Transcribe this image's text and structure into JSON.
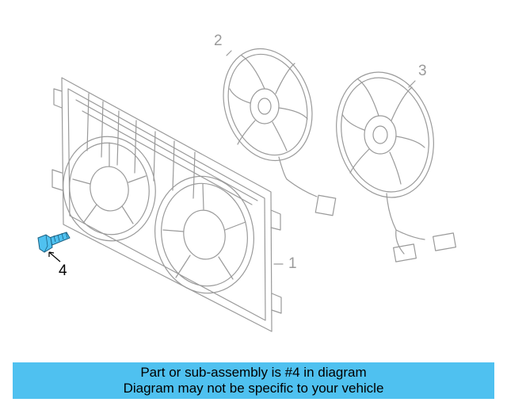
{
  "callouts": {
    "c1": "1",
    "c2": "2",
    "c3": "3",
    "c4": "4"
  },
  "banner": {
    "line1": "Part or sub-assembly is #4 in diagram",
    "line2": "Diagram may not be specific to your vehicle"
  },
  "colors": {
    "line_art": "#9a9a9a",
    "highlight_part": "#4fc1f0",
    "banner_bg": "#4fc1f0"
  }
}
